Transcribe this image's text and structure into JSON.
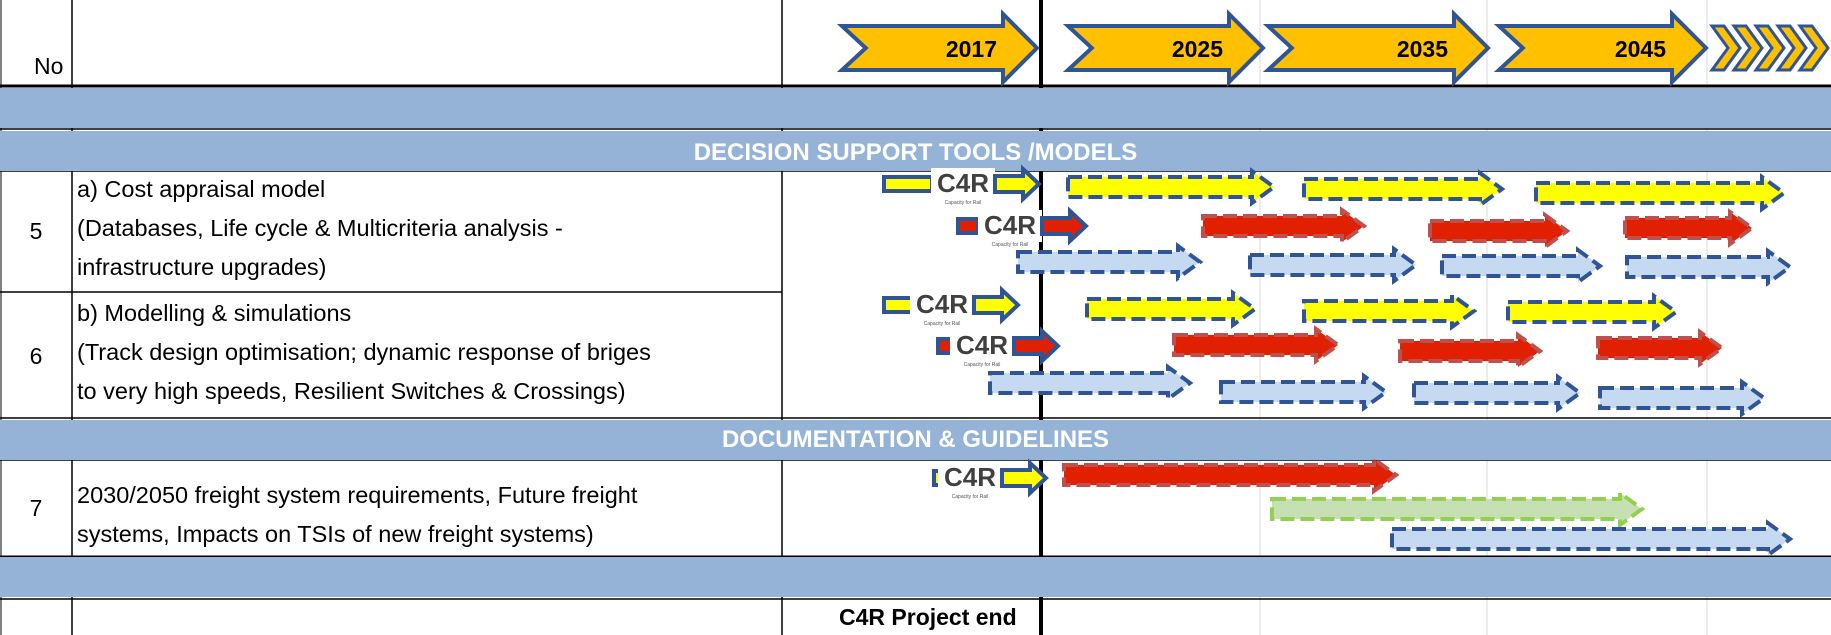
{
  "header": {
    "no_label": "No",
    "years": [
      "2017",
      "2025",
      "2035",
      "2045"
    ]
  },
  "sections": {
    "decision_support": "DECISION SUPPORT TOOLS /MODELS",
    "documentation": "DOCUMENTATION & GUIDELINES"
  },
  "rows": [
    {
      "no": "5",
      "lines": [
        "a)  Cost appraisal model",
        "(Databases, Life cycle  & Multicriteria analysis -",
        "infrastructure upgrades)"
      ]
    },
    {
      "no": "6",
      "lines": [
        "b) Modelling & simulations",
        "(Track design optimisation; dynamic response of briges",
        "to very high speeds, Resilient Switches & Crossings)"
      ]
    },
    {
      "no": "7",
      "lines": [
        "2030/2050 freight system requirements, Future freight",
        "systems, Impacts on TSIs of new freight systems)"
      ]
    }
  ],
  "logo": {
    "text": "C4R",
    "tagline": "Capacity for Rail"
  },
  "footer": {
    "project_end": "C4R Project end"
  },
  "colors": {
    "band": "#95b3d7",
    "year_arrow_fill": "#ffc000",
    "year_arrow_stroke": "#2f5597",
    "yellow_arrow": "#ffff00",
    "red_arrow": "#e02000",
    "blue_arrow": "#c5d9f1",
    "green_arrow": "#92d050",
    "dash_blue": "#2f5597",
    "dash_red": "#c0504d",
    "dash_green": "#92d050"
  },
  "icons": {
    "year_marker": "chevron-arrow-icon",
    "continuation": "multi-chevron-icon",
    "timeline_bar": "dashed-arrow-icon"
  }
}
